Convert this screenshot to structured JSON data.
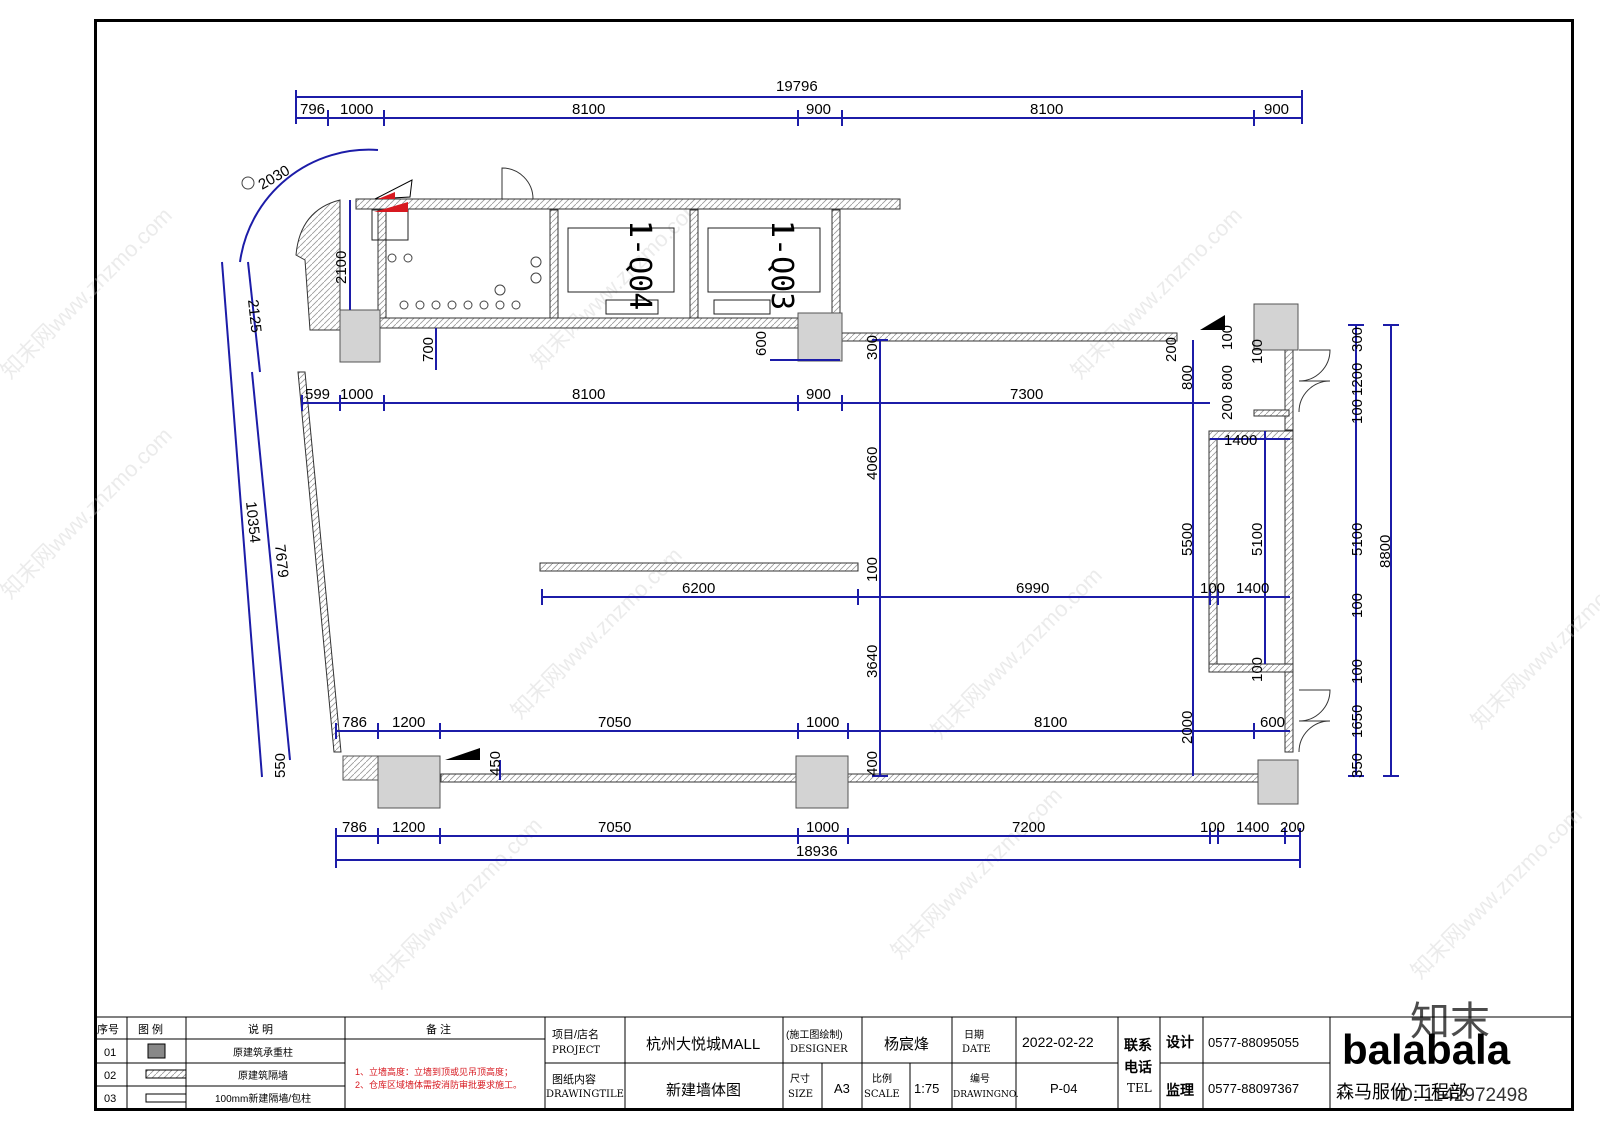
{
  "drawing": {
    "room_labels": [
      "1-Q04",
      "1-Q03"
    ],
    "dims_top": {
      "total": "19796",
      "segments": [
        "796",
        "1000",
        "8100",
        "900",
        "8100",
        "900"
      ]
    },
    "dims_upper_inner": [
      "599",
      "1000",
      "8100",
      "900",
      "7300"
    ],
    "dims_mid": [
      "6200",
      "6990",
      "100",
      "1400"
    ],
    "dims_lower_inner": [
      "786",
      "1200",
      "7050",
      "1000",
      "8100",
      "600"
    ],
    "dims_bottom": {
      "segments": [
        "786",
        "1200",
        "7050",
        "1000",
        "7200",
        "100",
        "1400",
        "200"
      ],
      "total": "18936"
    },
    "dims_left": [
      "2030",
      "2100",
      "2125",
      "10354",
      "7679",
      "550"
    ],
    "dims_vertical_center": [
      "300",
      "4060",
      "100",
      "3640",
      "400"
    ],
    "dims_misc": [
      "700",
      "600",
      "450",
      "200",
      "800",
      "800",
      "100",
      "200",
      "100",
      "1400",
      "5500",
      "5100",
      "100",
      "2000"
    ],
    "dims_right": [
      "300",
      "1200",
      "100",
      "5100",
      "100",
      "1650",
      "350",
      "8800",
      "100"
    ]
  },
  "title_block": {
    "legend_headers": [
      "序号",
      "图 例",
      "说 明",
      "备 注"
    ],
    "legend_rows": [
      {
        "no": "01",
        "desc": "原建筑承重柱"
      },
      {
        "no": "02",
        "desc": "原建筑隔墙"
      },
      {
        "no": "03",
        "desc": "100mm新建隔墙/包柱"
      }
    ],
    "notes": [
      "1、立墙高度：立墙到顶或见吊顶高度；",
      "2、仓库区域墙体需按消防审批要求施工。"
    ],
    "project_label": "项目/店名",
    "project_label_en": "PROJECT",
    "project_value": "杭州大悦城MALL",
    "content_label": "图纸内容",
    "content_label_en": "DRAWINGTILE",
    "content_value": "新建墙体图",
    "designer_label": "(施工图绘制)",
    "designer_label_en": "DESIGNER",
    "designer_value": "杨宸烽",
    "size_label": "尺寸",
    "size_label_en": "SIZE",
    "size_value": "A3",
    "scale_label": "比例",
    "scale_label_en": "SCALE",
    "scale_value": "1:75",
    "date_label": "日期",
    "date_label_en": "DATE",
    "date_value": "2022-02-22",
    "number_label": "编号",
    "number_label_en": "DRAWINGNO.",
    "number_value": "P-04",
    "tel_label_1": "联系",
    "tel_label_2": "电话",
    "tel_label_en": "TEL",
    "design_label": "设计",
    "design_phone": "0577-88095055",
    "supervise_label": "监理",
    "supervise_phone": "0577-88097367",
    "logo_text": "balabala",
    "company_text": "森马服份 工程部"
  },
  "watermark": {
    "site_text": "知末网www.znzmo.com",
    "brand_text": "知末",
    "id_text": "ID: 1142972498"
  },
  "colors": {
    "dimension": "#1c1ca8",
    "wall_fill": "#d9d9d9",
    "column_fill": "#d3d3d3",
    "logo_yellow": "#f7b500",
    "note_red": "#d71920"
  }
}
